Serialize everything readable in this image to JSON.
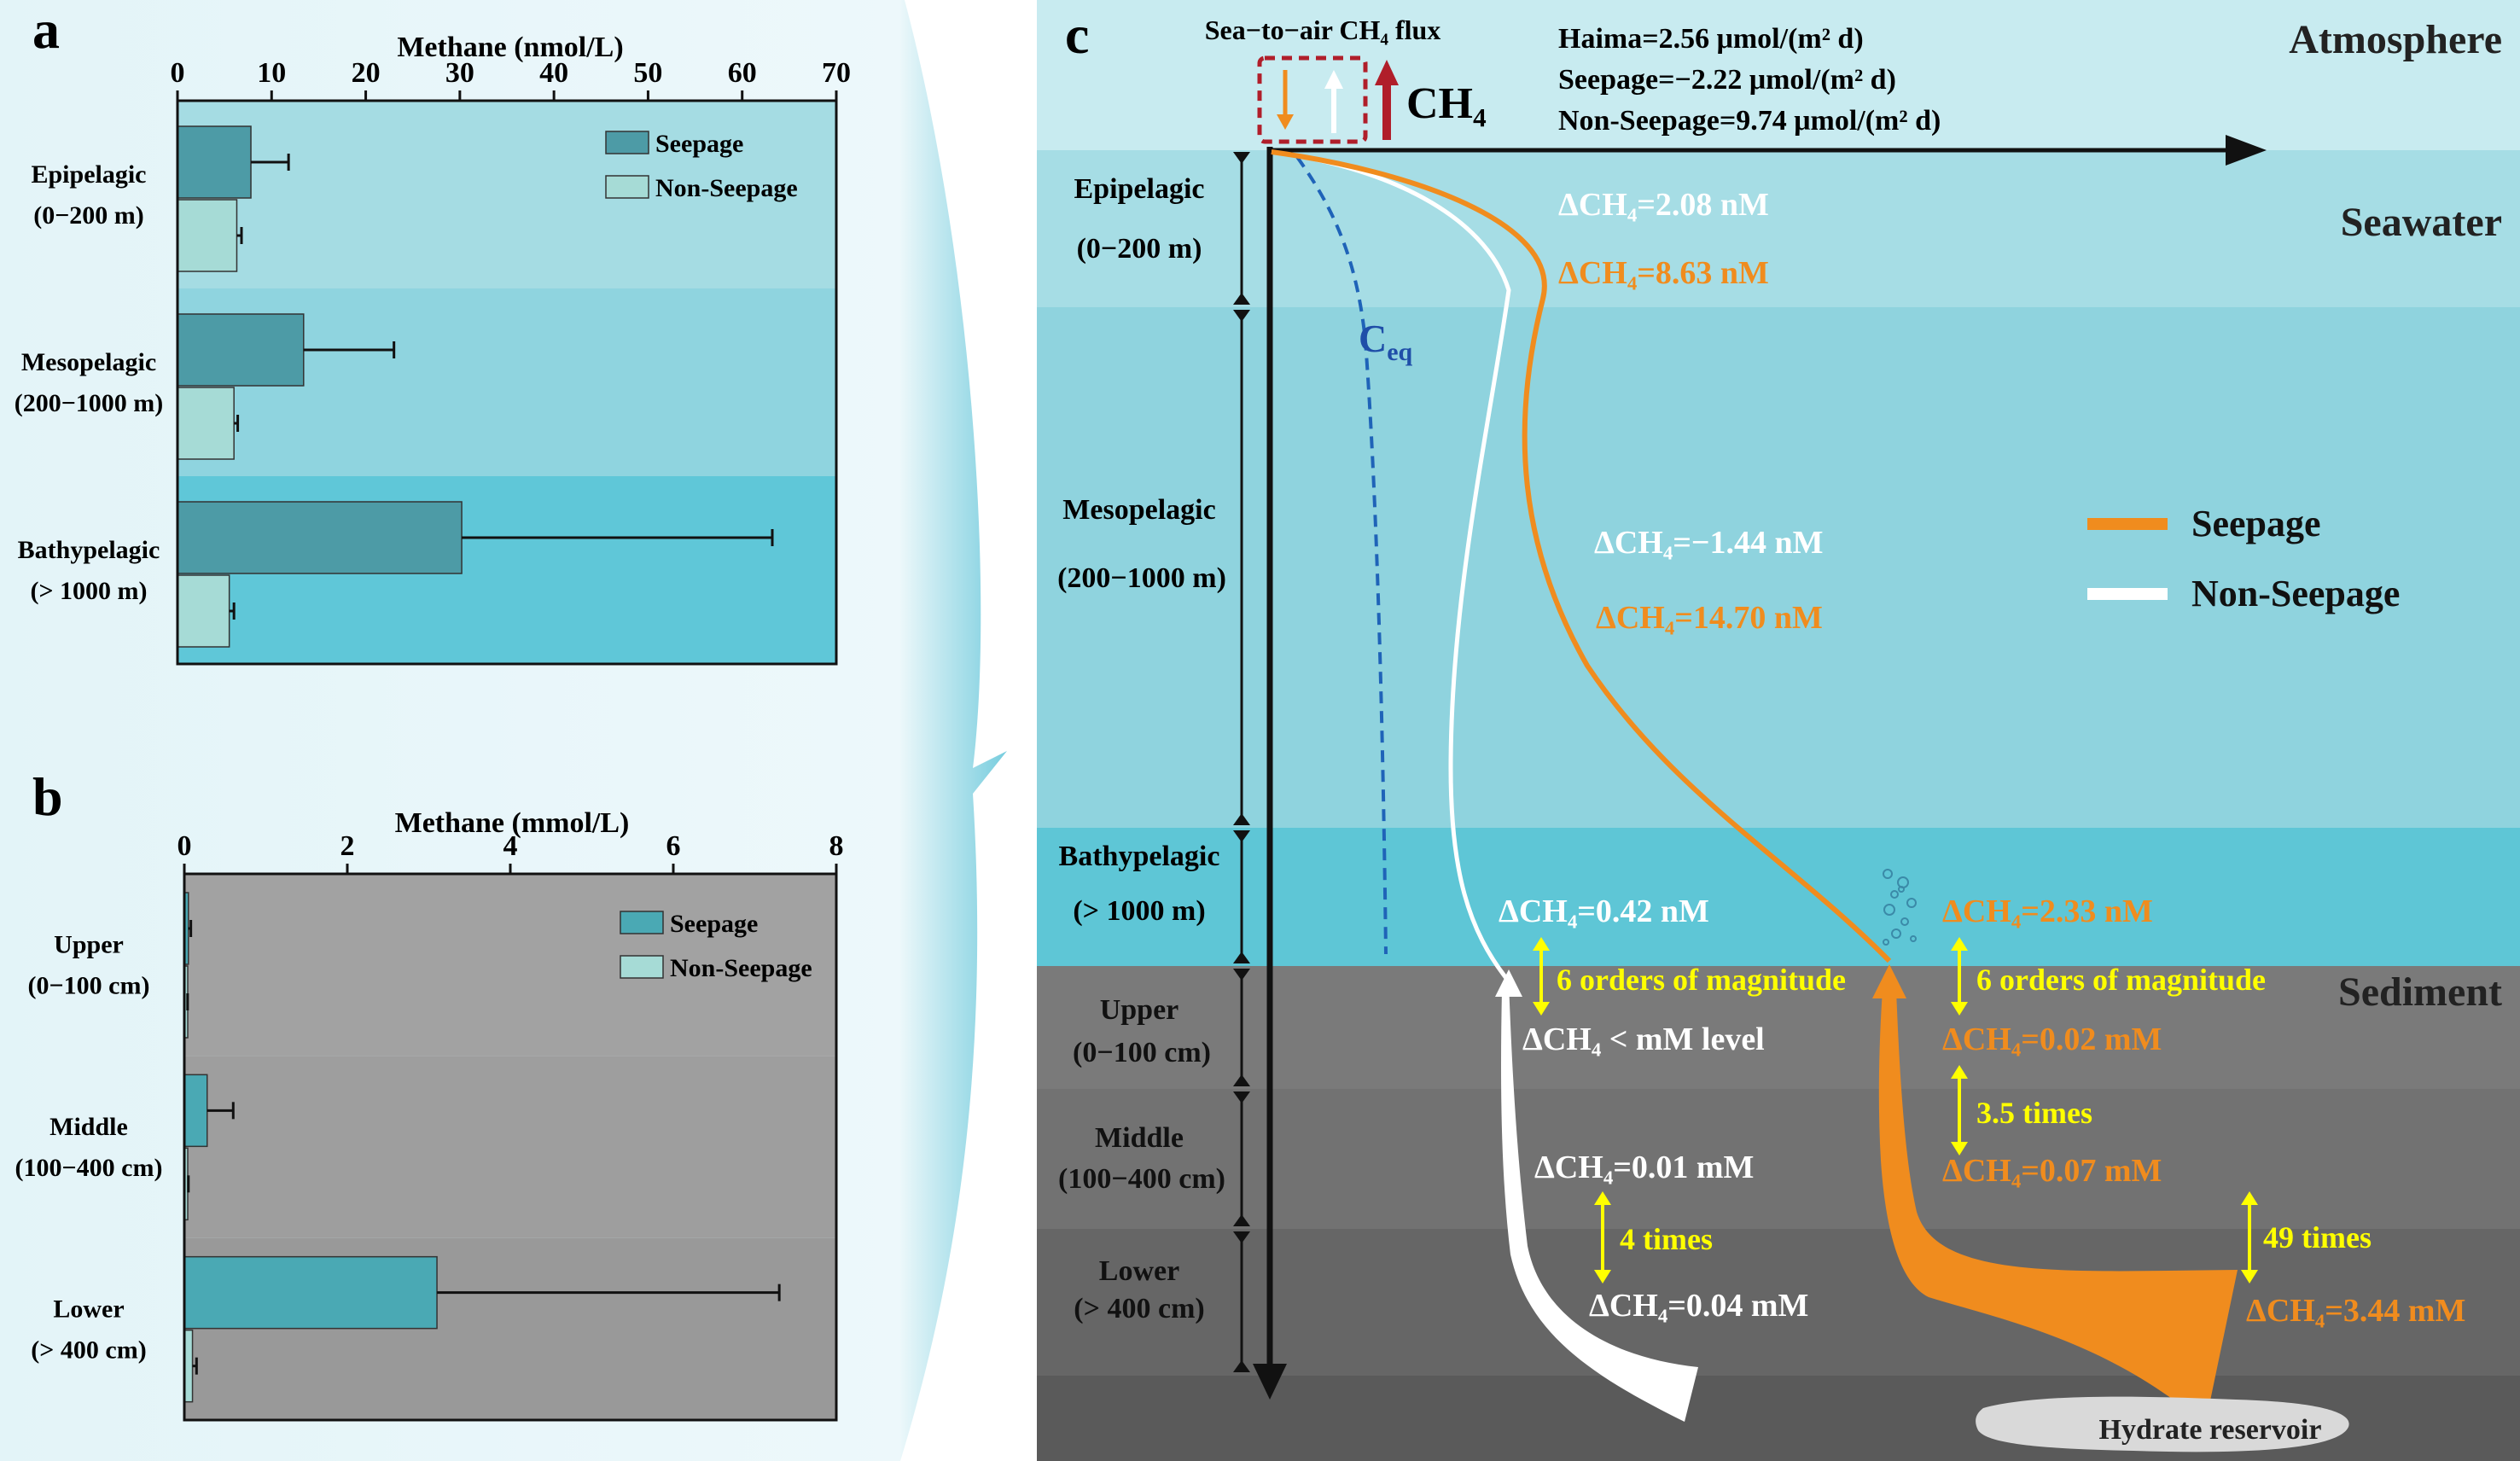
{
  "panels": {
    "a": {
      "letter": "a",
      "chart_data": {
        "type": "bar",
        "orientation": "horizontal",
        "xlabel": "Methane (nmol/L)",
        "xlim": [
          0,
          70
        ],
        "xticks": [
          0,
          10,
          20,
          30,
          40,
          50,
          60,
          70
        ],
        "axis_position": "top",
        "legend_position": "top-right",
        "categories": [
          {
            "label": "Epipelagic",
            "sublabel": "(0−200 m)"
          },
          {
            "label": "Mesopelagic",
            "sublabel": "(200−1000 m)"
          },
          {
            "label": "Bathypelagic",
            "sublabel": "(> 1000 m)"
          }
        ],
        "series": [
          {
            "name": "Seepage",
            "color": "#4d9ba6",
            "values": [
              7.8,
              13.4,
              30.2
            ],
            "errors": [
              4.0,
              9.6,
              33.0
            ]
          },
          {
            "name": "Non-Seepage",
            "color": "#a6dbd6",
            "values": [
              6.3,
              6.0,
              5.5
            ],
            "errors": [
              0.5,
              0.4,
              0.5
            ]
          }
        ],
        "band_colors": [
          "#a5dce3",
          "#8fd4df",
          "#5fc7d8"
        ]
      }
    },
    "b": {
      "letter": "b",
      "chart_data": {
        "type": "bar",
        "orientation": "horizontal",
        "xlabel": "Methane (mmol/L)",
        "xlim": [
          0,
          8
        ],
        "xticks": [
          0,
          2,
          4,
          6,
          8
        ],
        "axis_position": "top",
        "legend_position": "top-right",
        "categories": [
          {
            "label": "Upper",
            "sublabel": "(0−100 cm)"
          },
          {
            "label": "Middle",
            "sublabel": "(100−400 cm)"
          },
          {
            "label": "Lower",
            "sublabel": "(> 400 cm)"
          }
        ],
        "series": [
          {
            "name": "Seepage",
            "color": "#4aa9b4",
            "values": [
              0.05,
              0.28,
              3.1
            ],
            "errors": [
              0.03,
              0.32,
              4.2
            ]
          },
          {
            "name": "Non-Seepage",
            "color": "#a6dbd6",
            "values": [
              0.03,
              0.03,
              0.1
            ],
            "errors": [
              0.01,
              0.02,
              0.05
            ]
          }
        ],
        "band_colors": [
          "#a2a2a2",
          "#9e9e9e",
          "#999999"
        ]
      }
    },
    "c": {
      "letter": "c",
      "flux_box_title": "Sea−to−air CH₄ flux",
      "ch4_label": "CH₄",
      "flux_lines": [
        "Haima=2.56 μmol/(m² d)",
        "Seepage=−2.22 μmol/(m² d)",
        "Non-Seepage=9.74 μmol/(m² d)"
      ],
      "zones": {
        "atmosphere": "Atmosphere",
        "seawater": "Seawater",
        "sediment": "Sediment"
      },
      "layers": [
        {
          "label": "Epipelagic",
          "sublabel": "(0−200 m)"
        },
        {
          "label": "Mesopelagic",
          "sublabel": "(200−1000 m)"
        },
        {
          "label": "Bathypelagic",
          "sublabel": "(> 1000 m)"
        },
        {
          "label": "Upper",
          "sublabel": "(0−100 cm)"
        },
        {
          "label": "Middle",
          "sublabel": "(100−400 cm)"
        },
        {
          "label": "Lower",
          "sublabel": "(> 400 cm)"
        }
      ],
      "ceq_main": "C",
      "ceq_sub": "eq",
      "legend": [
        {
          "name": "Seepage",
          "color": "#f08c1e"
        },
        {
          "name": "Non-Seepage",
          "color": "#ffffff"
        }
      ],
      "white_annotations": [
        "ΔCH₄=2.08 nM",
        "ΔCH₄=−1.44 nM",
        "ΔCH₄=0.42 nM",
        "ΔCH₄ < mM level",
        "ΔCH₄=0.01 mM",
        "ΔCH₄=0.04 mM"
      ],
      "orange_annotations": [
        "ΔCH₄=8.63 nM",
        "ΔCH₄=14.70 nM",
        "ΔCH₄=2.33 nM",
        "ΔCH₄=0.02 mM",
        "ΔCH₄=0.07 mM",
        "ΔCH₄=3.44 mM"
      ],
      "yellow_annotations": [
        "6 orders of magnitude",
        "6 orders of magnitude",
        "3.5 times",
        "4 times",
        "49 times"
      ],
      "hydrate_label": "Hydrate reservoir",
      "colors": {
        "atmosphere": "#c8ebf0",
        "epipelagic": "#a6dde5",
        "mesopelagic": "#8fd3de",
        "bathypelagic": "#5ec6d6",
        "sediment_upper": "#7a7a7a",
        "sediment_middle": "#727272",
        "sediment_lower": "#666666",
        "sediment_base": "#5a5a5a",
        "seepage": "#f08c1e",
        "yellow": "#ffff00",
        "flux_red": "#b01e2a"
      }
    }
  }
}
